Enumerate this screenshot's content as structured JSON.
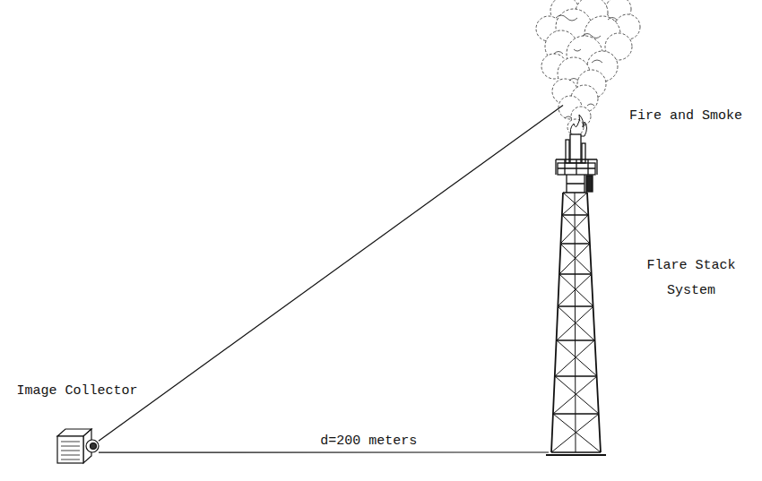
{
  "diagram": {
    "nodes": [
      {
        "text": [
          "Image Collector"
        ]
      },
      {
        "text": [
          "Fire and Smoke"
        ]
      },
      {
        "text": [
          "Flare Stack System"
        ]
      }
    ],
    "edges": [
      {
        "from": 0,
        "to": 1,
        "arrow": "none"
      },
      {
        "from": 0,
        "to": 2,
        "arrow": "none",
        "label": "d=200 meters"
      }
    ]
  }
}
